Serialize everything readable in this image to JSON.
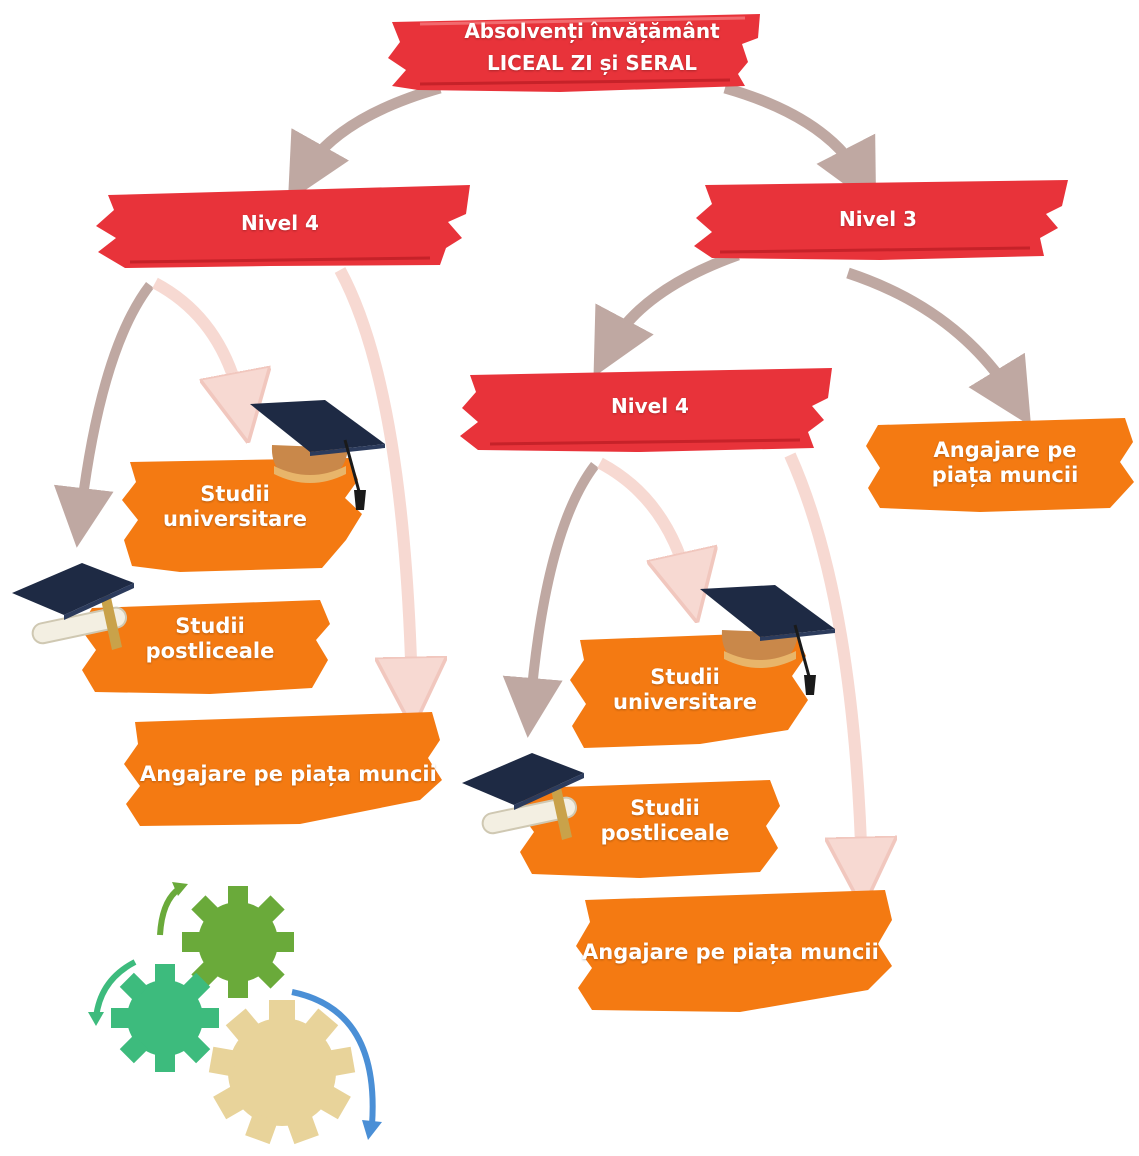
{
  "root": {
    "line1": "Absolvenți învățământ",
    "line2": "LICEAL ZI și SERAL"
  },
  "left_branch": {
    "level_label": "Nivel 4",
    "university": {
      "line1": "Studii",
      "line2": "universitare"
    },
    "postsecondary": {
      "line1": "Studii",
      "line2": "postliceale"
    },
    "employment": "Angajare pe piața muncii"
  },
  "right_branch": {
    "level_label": "Nivel 3",
    "employment": {
      "line1": "Angajare pe",
      "line2": "piața muncii"
    },
    "sub_level": {
      "level_label": "Nivel 4",
      "university": {
        "line1": "Studii",
        "line2": "universitare"
      },
      "postsecondary": {
        "line1": "Studii",
        "line2": "postliceale"
      },
      "employment": "Angajare pe piața muncii"
    }
  },
  "colors": {
    "red_brush": "#e8333a",
    "orange_brush": "#f47a12",
    "arrow_dark": "#bfa8a2",
    "arrow_light": "#f7d9d2",
    "gear_green": "#6aaa3a",
    "gear_teal": "#3dbb7d",
    "gear_beige": "#e8d39a",
    "arrow_blue": "#4a8fd6"
  },
  "icons": [
    "graduation-cap-icon",
    "diploma-cap-icon",
    "gears-icon"
  ]
}
